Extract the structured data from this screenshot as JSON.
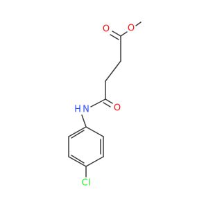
{
  "molecule": {
    "atoms": {
      "O_methoxy": "O",
      "O_ester_carbonyl": "O",
      "O_amide_carbonyl": "O",
      "N_amide": "N",
      "H_amide": "H",
      "Cl": "Cl"
    }
  },
  "colors": {
    "bond": "#3a3a3a",
    "oxygen": "#ff0d0d",
    "nitrogen": "#3050f8",
    "chlorine": "#1ff01f"
  }
}
